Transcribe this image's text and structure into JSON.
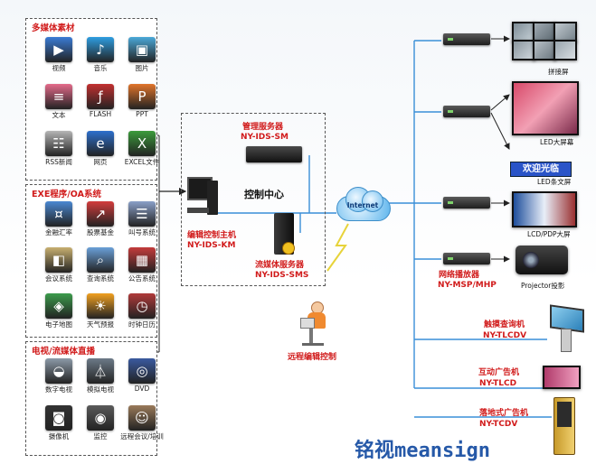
{
  "panels": {
    "media": {
      "title": "多媒体素材",
      "items": [
        {
          "label": "视频",
          "icon": "film-icon",
          "color": "#3a7bd5"
        },
        {
          "label": "音乐",
          "icon": "music-icon",
          "color": "#2e9de0"
        },
        {
          "label": "图片",
          "icon": "picture-icon",
          "color": "#4aa8d8"
        },
        {
          "label": "文本",
          "icon": "text-doc-icon",
          "color": "#e36a8a"
        },
        {
          "label": "FLASH",
          "icon": "flash-icon",
          "color": "#c23030"
        },
        {
          "label": "PPT",
          "icon": "ppt-icon",
          "color": "#e0742b"
        },
        {
          "label": "RSS新闻",
          "icon": "rss-icon",
          "color": "#b5b5b5"
        },
        {
          "label": "网页",
          "icon": "ie-browser-icon",
          "color": "#2d6fcc"
        },
        {
          "label": "EXCEL文件",
          "icon": "excel-icon",
          "color": "#3b9b3b"
        }
      ]
    },
    "exe": {
      "title": "EXE程序/OA系统",
      "items": [
        {
          "label": "金融汇率",
          "icon": "exchange-icon",
          "color": "#4a88d2"
        },
        {
          "label": "股票基金",
          "icon": "stock-icon",
          "color": "#d23c3c"
        },
        {
          "label": "叫号系统",
          "icon": "queue-icon",
          "color": "#8aa0c8"
        },
        {
          "label": "会议系统",
          "icon": "meeting-icon",
          "color": "#c8b070"
        },
        {
          "label": "查询系统",
          "icon": "magnifier-icon",
          "color": "#6aa0d8"
        },
        {
          "label": "公告系统",
          "icon": "notice-icon",
          "color": "#c43b3b"
        },
        {
          "label": "电子地图",
          "icon": "map-icon",
          "color": "#3c9c4c"
        },
        {
          "label": "天气预报",
          "icon": "weather-icon",
          "color": "#f0a020"
        },
        {
          "label": "时钟日历",
          "icon": "clock-icon",
          "color": "#b03a3a"
        }
      ]
    },
    "tv": {
      "title": "电视/流媒体直播",
      "items": [
        {
          "label": "数字电视",
          "icon": "satellite-icon",
          "color": "#8c9aa8"
        },
        {
          "label": "模拟电视",
          "icon": "antenna-tower-icon",
          "color": "#6c7a88"
        },
        {
          "label": "DVD",
          "icon": "dvd-icon",
          "color": "#3a5aa0"
        },
        {
          "label": "摄像机",
          "icon": "camcorder-icon",
          "color": "#333333"
        },
        {
          "label": "监控",
          "icon": "camera-icon",
          "color": "#5a5a5a"
        },
        {
          "label": "远程会议/培训",
          "icon": "conference-icon",
          "color": "#9a7a5a"
        }
      ]
    }
  },
  "center": {
    "mgmt_server_name": "管理服务器",
    "mgmt_server_model": "NY-IDS-SM",
    "control_center": "控制中心",
    "edit_host_name": "编辑控制主机",
    "edit_host_model": "NY-IDS-KM",
    "stream_server_name": "流媒体服务器",
    "stream_server_model": "NY-IDS-SMS",
    "internet": "Internet",
    "remote_edit": "远程编辑控制"
  },
  "outputs": {
    "splice": "拼接屏",
    "led_big": "LED大屏幕",
    "led_banner_text": "欢迎光临",
    "led_strip": "LED条文屏",
    "lcd": "LCD/PDP大屏",
    "net_player_name": "网络播放器",
    "net_player_model": "NY-MSP/MHP",
    "projector": "Projector投影",
    "touch_name": "触摸查询机",
    "touch_model": "NY-TLCDV",
    "ad_name": "互动广告机",
    "ad_model": "NY-TLCD",
    "floor_name": "落地式广告机",
    "floor_model": "NY-TCDV"
  },
  "brand": "铭视meansign",
  "colors": {
    "accent_red": "#d11b1b",
    "line_blue": "#3a8fd8",
    "brand_blue": "#2659a8"
  }
}
